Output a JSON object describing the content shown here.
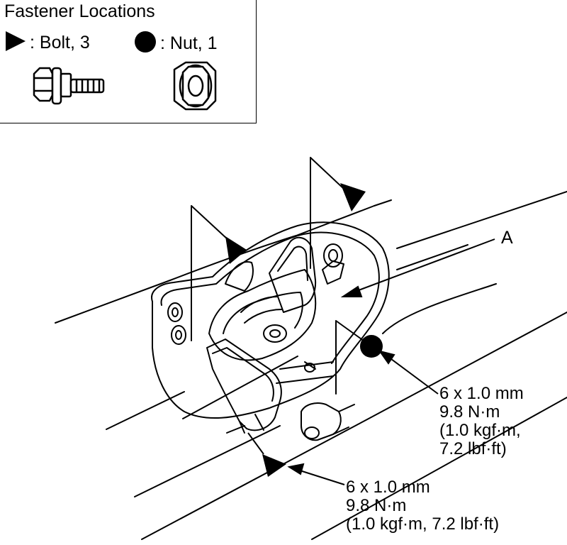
{
  "legend": {
    "title": "Fastener Locations",
    "bolt_label": ": Bolt, 3",
    "nut_label": ": Nut, 1",
    "bolt_icon": "triangle-marker-icon",
    "nut_icon": "filled-circle-marker-icon"
  },
  "callouts": {
    "part_a": "A",
    "nut_spec": {
      "size": "6 x 1.0 mm",
      "torque": "9.8 N·m",
      "line3": "(1.0 kgf·m,",
      "line4": "7.2 lbf·ft)"
    },
    "bolt_spec": {
      "size": "6 x 1.0 mm",
      "torque": "9.8 N·m",
      "line3": "(1.0 kgf·m, 7.2 lbf·ft)"
    }
  }
}
